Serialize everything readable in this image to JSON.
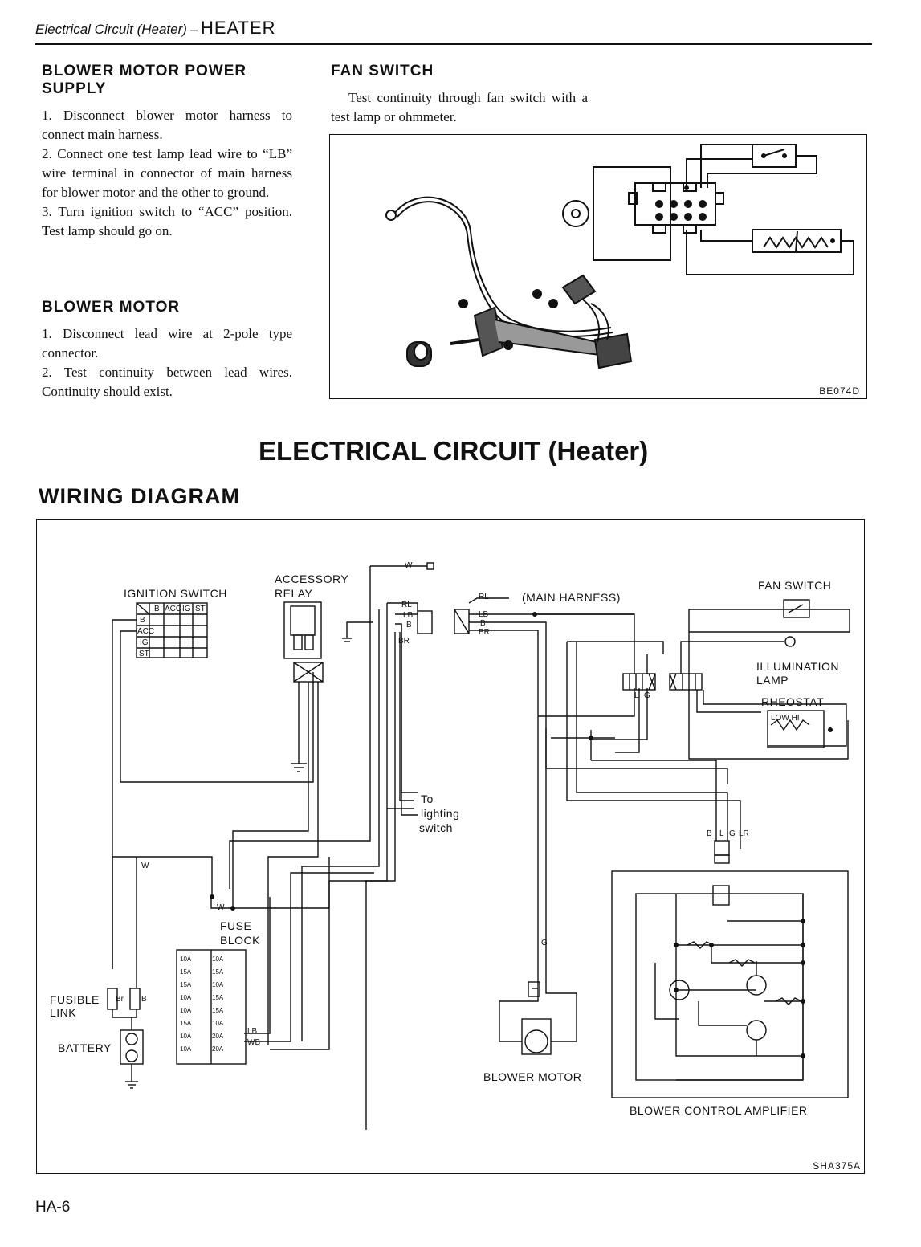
{
  "header": {
    "section": "Electrical Circuit (Heater)",
    "separator": " – ",
    "chapter": "HEATER"
  },
  "blower_power": {
    "title_line1": "BLOWER MOTOR POWER",
    "title_line2": "SUPPLY",
    "steps": [
      "1.  Disconnect blower motor harness to connect main harness.",
      "2.  Connect one test lamp lead wire to “LB” wire terminal in connector of main harness for blower motor and the other to ground.",
      "3.  Turn ignition switch to “ACC” position. Test lamp should go on."
    ]
  },
  "blower_motor": {
    "title": "BLOWER MOTOR",
    "steps": [
      "1.  Disconnect lead wire at 2-pole type connector.",
      "2.  Test continuity between lead wires. Continuity should exist."
    ]
  },
  "fan_switch": {
    "title": "FAN SWITCH",
    "text": "Test continuity through fan switch with a test lamp or ohmmeter.",
    "figure_code": "BE074D"
  },
  "section_title": "ELECTRICAL CIRCUIT (Heater)",
  "wiring_title": "WIRING DIAGRAM",
  "diagram": {
    "figure_code": "SHA375A",
    "labels": {
      "ignition_switch": "IGNITION SWITCH",
      "accessory": "ACCESSORY",
      "relay": "RELAY",
      "main_harness": "(MAIN HARNESS)",
      "fan_switch": "FAN SWITCH",
      "illumination": "ILLUMINATION",
      "lamp": "LAMP",
      "rheostat": "RHEOSTAT",
      "rheostat_scale": "LOW   HI",
      "to": "To",
      "lighting": "lighting",
      "switch": "switch",
      "fuse": "FUSE",
      "block": "BLOCK",
      "fusible": "FUSIBLE",
      "link": "LINK",
      "battery": "BATTERY",
      "blower_motor": "BLOWER MOTOR",
      "amplifier": "BLOWER CONTROL AMPLIFIER"
    },
    "ign_table": {
      "header": [
        "B",
        "ACC",
        "IG",
        "ST"
      ],
      "rows": [
        "B",
        "ACC",
        "IG",
        "ST"
      ]
    },
    "fuses": [
      "10A",
      "10A",
      "15A",
      "15A",
      "15A",
      "10A",
      "10A",
      "15A",
      "10A",
      "15A",
      "15A",
      "10A",
      "10A",
      "20A",
      "10A",
      "20A"
    ],
    "wires": {
      "w": "W",
      "wb": "WB",
      "br": "BR",
      "b": "B",
      "rl": "RL",
      "lb": "LB",
      "l": "L",
      "g": "G",
      "lr": "LR",
      "bb": "Br"
    }
  },
  "page_number": "HA-6"
}
